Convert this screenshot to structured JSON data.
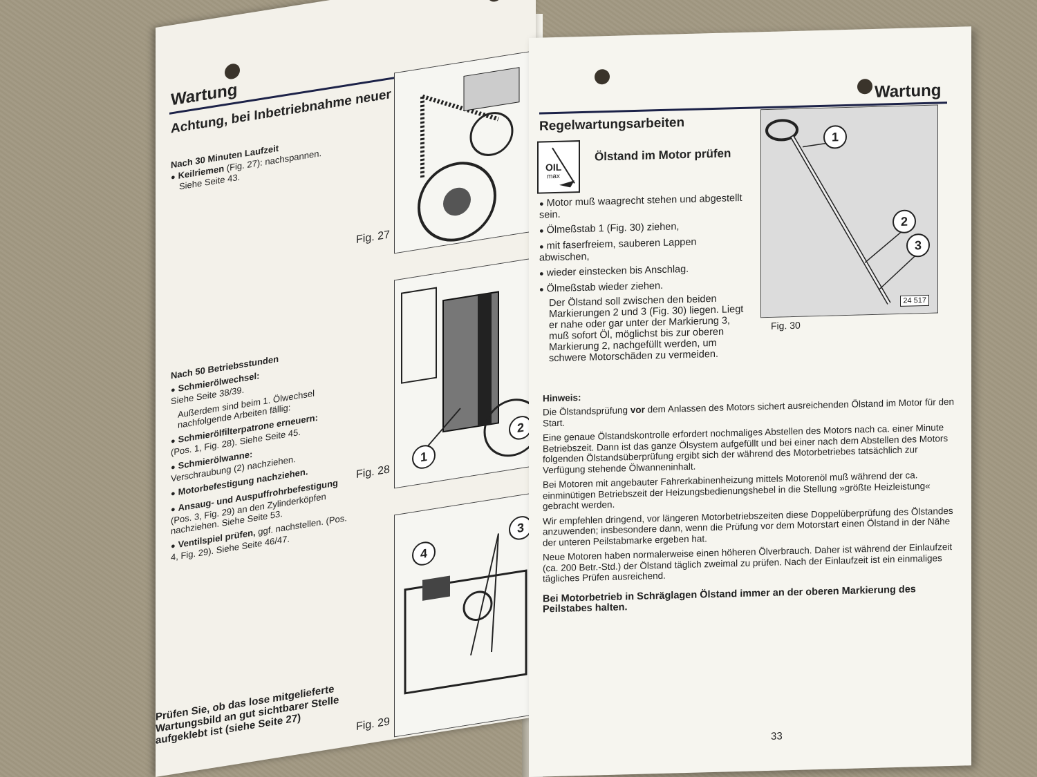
{
  "left_page": {
    "header": "Wartung",
    "heading": "Achtung, bei Inbetriebnahme neuer und überholter Motoren",
    "after30": {
      "title": "Nach 30 Minuten Laufzeit",
      "item1_bold": "Keilriemen",
      "item1_rest": " (Fig. 27): nachspannen.",
      "item1_sub": "Siehe Seite 43."
    },
    "after50": {
      "title": "Nach 50 Betriebsstunden",
      "items": [
        {
          "bold": "Schmierölwechsel:",
          "text": "Siehe Seite 38/39."
        },
        {
          "bold": "",
          "text": "Außerdem sind beim 1. Ölwechsel nachfolgende Arbeiten fällig:"
        },
        {
          "bold": "Schmierölfilterpatrone erneuern:",
          "text": "(Pos. 1, Fig. 28). Siehe Seite 45."
        },
        {
          "bold": "Schmierölwanne:",
          "text": "Verschraubung (2) nachziehen."
        },
        {
          "bold": "Motorbefestigung nachziehen.",
          "text": ""
        },
        {
          "bold": "Ansaug- und Auspuffrohrbefestigung",
          "text": "(Pos. 3, Fig. 29) an den Zylinderköpfen nachziehen. Siehe Seite 53."
        },
        {
          "bold": "Ventilspiel prüfen,",
          "text": "ggf. nachstellen. (Pos. 4, Fig. 29). Siehe Seite 46/47."
        }
      ]
    },
    "note": "Prüfen Sie, ob das lose mitgelieferte Wartungsbild an gut sichtbarer Stelle aufgeklebt ist (siehe Seite 27)",
    "fig27": "Fig. 27",
    "fig28": "Fig. 28",
    "fig29": "Fig. 29",
    "callouts": {
      "c1": "1",
      "c2": "2",
      "c3": "3",
      "c4": "4"
    }
  },
  "right_page": {
    "header": "Wartung",
    "section_title": "Regelwartungsarbeiten",
    "icon_oil": "OIL",
    "icon_max": "max",
    "sub_title": "Ölstand im Motor prüfen",
    "steps": [
      "Motor muß waagrecht stehen und abgestellt sein.",
      "Ölmeßstab 1 (Fig. 30) ziehen,",
      "mit faserfreiem, sauberen Lappen abwischen,",
      "wieder einstecken bis Anschlag.",
      "Ölmeßstab wieder ziehen."
    ],
    "step_detail": "Der Ölstand soll zwischen den beiden Markierungen 2 und 3 (Fig. 30) liegen. Liegt er nahe oder gar unter der Markierung 3, muß sofort Öl, möglichst bis zur oberen Markierung 2, nachgefüllt werden, um schwere Motorschäden zu vermeiden.",
    "fig30": "Fig. 30",
    "fig30_code": "24 517",
    "fig30_callouts": {
      "c1": "1",
      "c2": "2",
      "c3": "3"
    },
    "hint_title": "Hinweis:",
    "hint_p1_a": "Die Ölstandsprüfung ",
    "hint_p1_bold": "vor",
    "hint_p1_b": " dem Anlassen des Motors sichert ausreichenden Ölstand im Motor für den Start.",
    "hint_p2": "Eine genaue Ölstandskontrolle erfordert nochmaliges Abstellen des Motors nach ca. einer Minute Betriebszeit. Dann ist das ganze Ölsystem aufgefüllt und bei einer nach dem Abstellen des Motors folgenden Ölstandsüberprüfung ergibt sich der während des Motorbetriebes tatsächlich zur Verfügung stehende Ölwanneninhalt.",
    "hint_p3": "Bei Motoren mit angebauter Fahrerkabinenheizung mittels Motorenöl muß während der ca. einminütigen Betriebszeit der Heizungsbedienungshebel in die Stellung »größte Heizleistung« gebracht werden.",
    "hint_p4": "Wir empfehlen dringend, vor längeren Motorbetriebszeiten diese Doppelüberprüfung des Ölstandes anzuwenden; insbesondere dann, wenn die Prüfung vor dem Motorstart einen Ölstand in der Nähe der unteren Peilstabmarke ergeben hat.",
    "hint_p5": "Neue Motoren haben normalerweise einen höheren Ölverbrauch. Daher ist während der Einlaufzeit (ca. 200 Betr.-Std.) der Ölstand täglich zweimal zu prüfen. Nach der Einlaufzeit ist ein einmaliges tägliches Prüfen ausreichend.",
    "hint_p6": "Bei Motorbetrieb in Schräglagen Ölstand immer an der oberen Markierung des Peilstabes halten.",
    "page_number": "33"
  }
}
